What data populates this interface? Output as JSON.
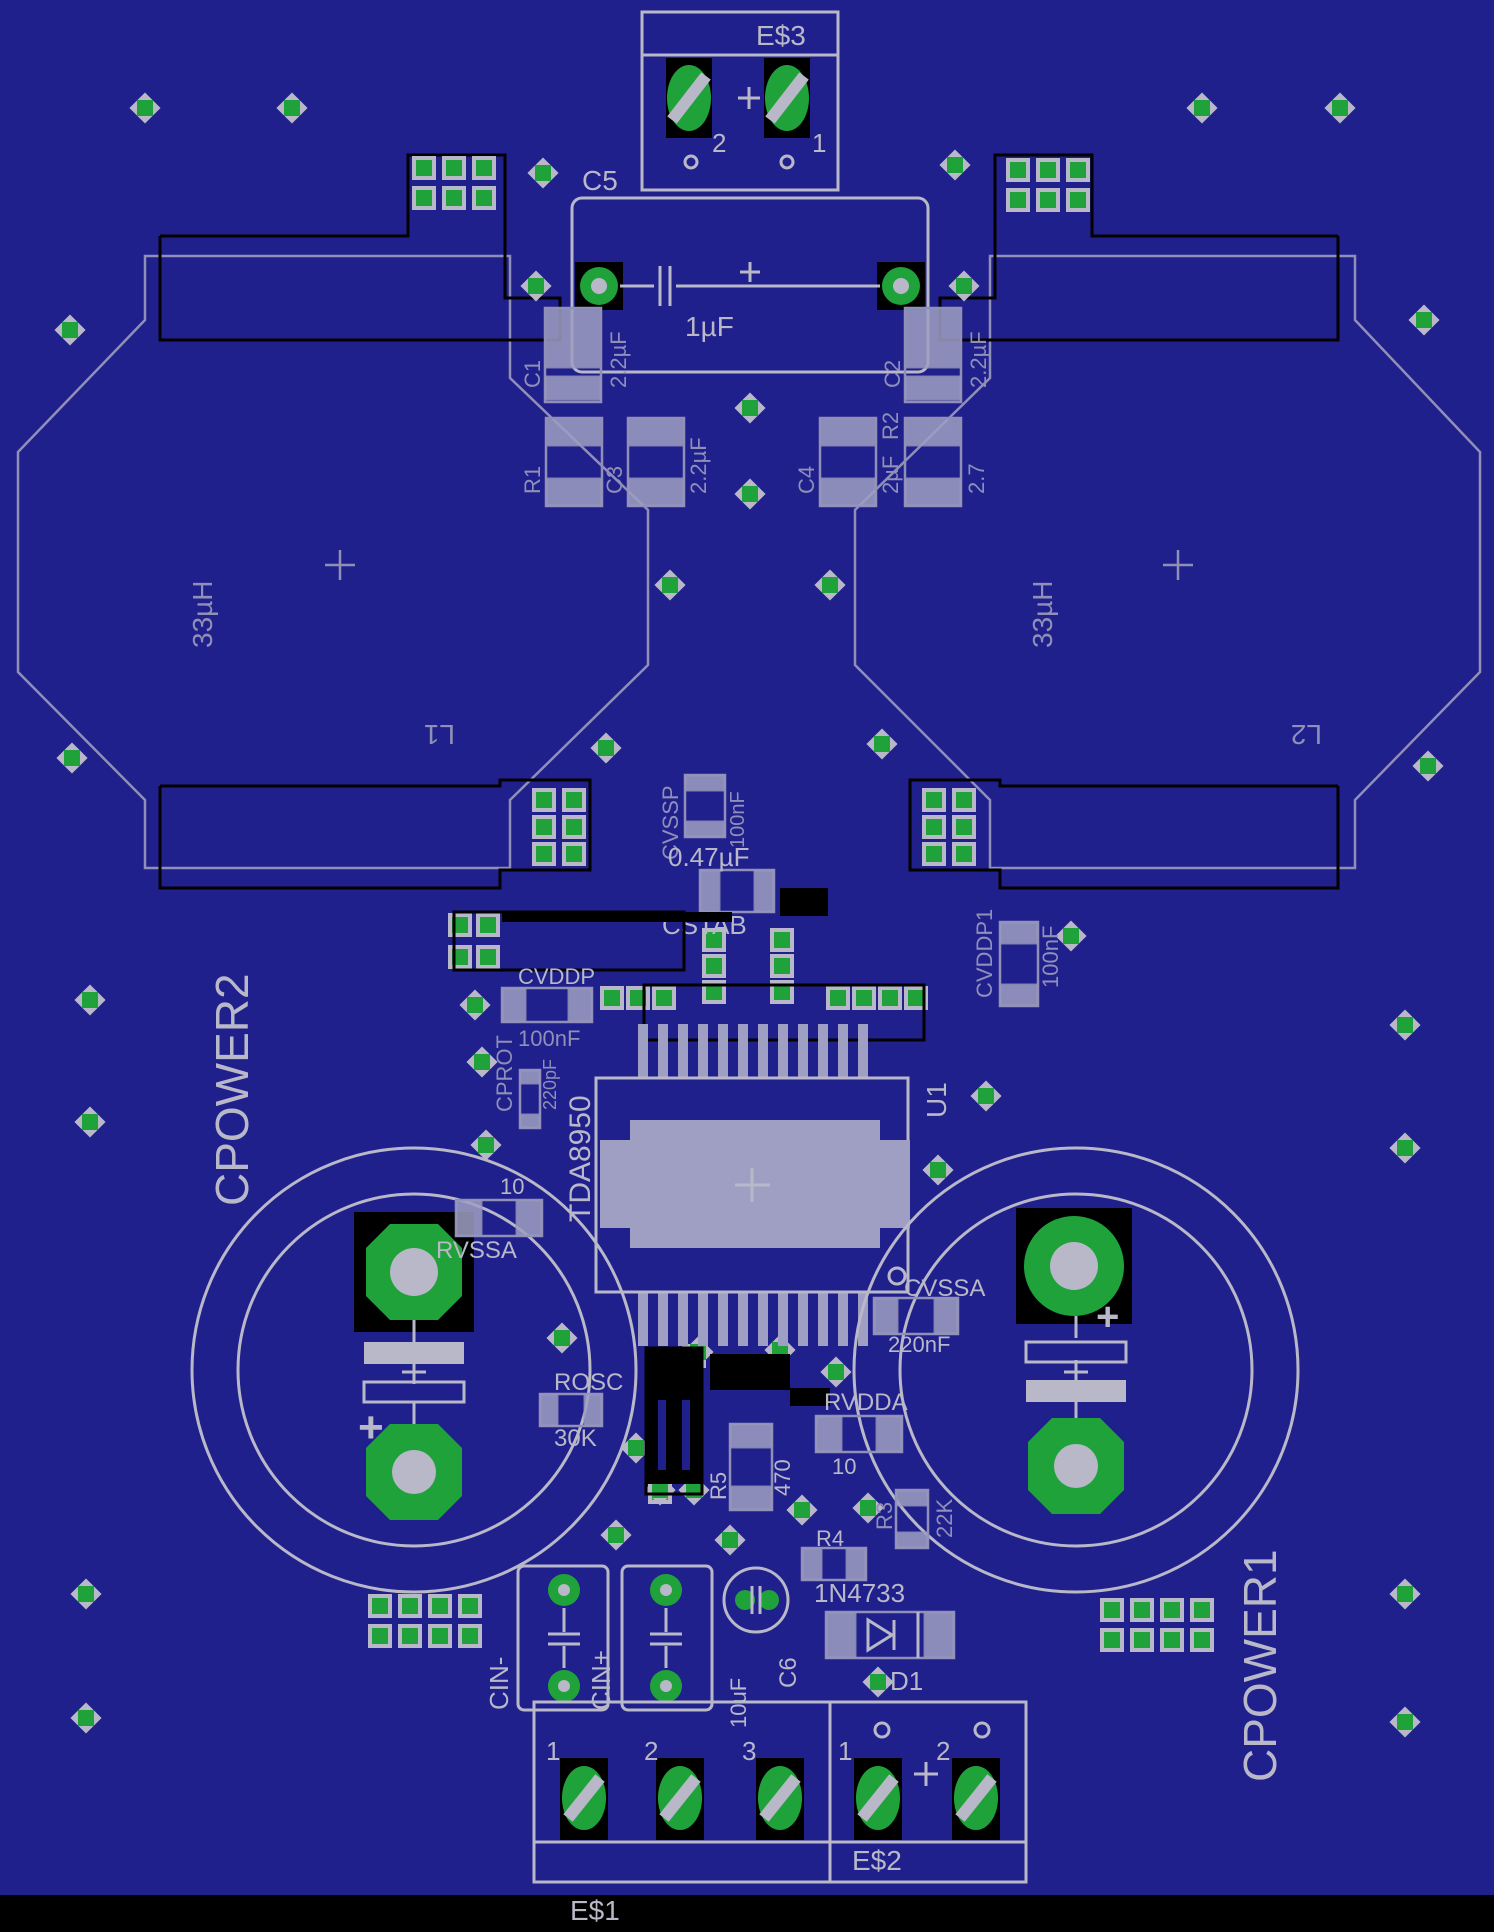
{
  "board": {
    "colors": {
      "background": "#20208c",
      "silkscreen": "#b8b8c8",
      "copper": "#1fa23a",
      "bottom_silk": "#8f8fb8"
    }
  },
  "labels": {
    "es3": "E$3",
    "es3_pin2": "2",
    "es3_pin1": "1",
    "c5": "C5",
    "c5_value": "1µF",
    "c1": "C1",
    "c1_value": "2.2µF",
    "c2": "C2",
    "c2_value": "2.2µF",
    "r1": "R1",
    "c3": "C3",
    "c3_value": "2.2µF",
    "c4": "C4",
    "r2": "R2",
    "c4_value": "2µF",
    "r2_value": "2.7",
    "l1_value": "33µH",
    "l1": "L1",
    "l2_value": "33µH",
    "l2": "L2",
    "cvssp": "CVSSP",
    "cvssp_value": "100nF",
    "cstab_value": "0.47µF",
    "cstab": "CSTAB",
    "cvddp1": "CVDDP1",
    "cvddp1_value": "100nF",
    "cvddp": "CVDDP",
    "cvddp_value": "100nF",
    "cprot": "CPROT",
    "cprot_value": "220pF",
    "cpower2": "CPOWER2",
    "cpower1": "CPOWER1",
    "tda": "TDA8950",
    "u1": "U1",
    "rvssa_value": "10",
    "rvssa": "RVSSA",
    "cvssa": "CVSSA",
    "cvssa_value": "220nF",
    "rosc": "ROSC",
    "rosc_value": "30K",
    "rvdda": "RVDDA",
    "rvdda_value": "10",
    "r5": "R5",
    "r5_value": "470",
    "r3": "R3",
    "r3_value": "22K",
    "r4": "R4",
    "d1_part": "1N4733",
    "d1": "D1",
    "c6": "C6",
    "c6_value": "10uF",
    "cin_minus": "CIN-",
    "cin_plus": "CIN+",
    "es1": "E$1",
    "es1_pin1": "1",
    "es1_pin2": "2",
    "es1_pin3": "3",
    "es2": "E$2",
    "es2_pin1": "1",
    "es2_pin2": "2",
    "plus": "+"
  }
}
